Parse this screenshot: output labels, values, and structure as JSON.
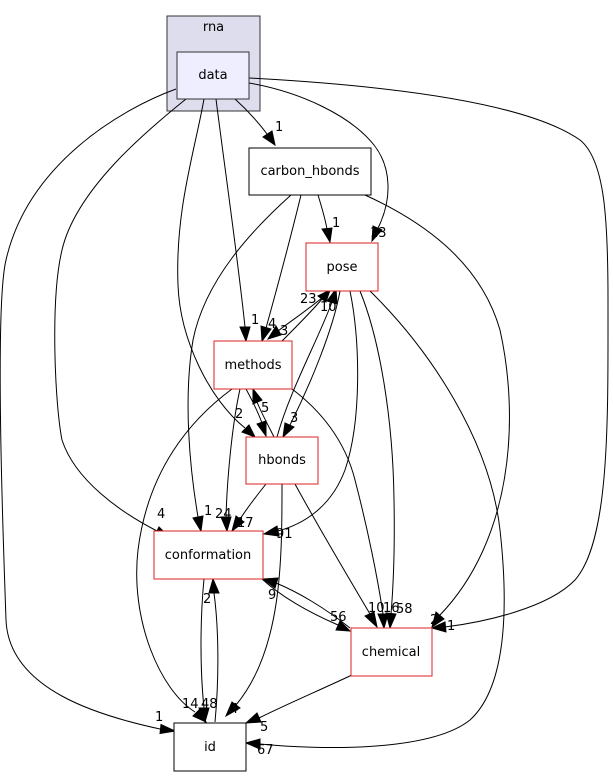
{
  "graph": {
    "cluster": {
      "label": "rna",
      "fill": "#ddddee",
      "stroke": "#333333"
    },
    "nodes": {
      "data": {
        "label": "data",
        "fill": "#eeeeff",
        "stroke": "#333333"
      },
      "carbon_hbonds": {
        "label": "carbon_hbonds",
        "fill": "#ffffff",
        "stroke": "#000000"
      },
      "pose": {
        "label": "pose",
        "fill": "#ffffff",
        "stroke": "#dd2222"
      },
      "methods": {
        "label": "methods",
        "fill": "#ffffff",
        "stroke": "#dd2222"
      },
      "hbonds": {
        "label": "hbonds",
        "fill": "#ffffff",
        "stroke": "#dd2222"
      },
      "conformation": {
        "label": "conformation",
        "fill": "#ffffff",
        "stroke": "#dd2222"
      },
      "chemical": {
        "label": "chemical",
        "fill": "#ffffff",
        "stroke": "#dd2222"
      },
      "id": {
        "label": "id",
        "fill": "#ffffff",
        "stroke": "#000000"
      }
    },
    "edges": {
      "data_id": "1",
      "data_conformation": "4",
      "data_hbonds": "",
      "data_methods": "1",
      "data_carbon_hbonds": "1",
      "data_pose": "13",
      "data_chemical": "1",
      "carbon_hbonds_pose": "1",
      "carbon_hbonds_methods": "4",
      "carbon_hbonds_conformation": "1",
      "carbon_hbonds_chemical": "2",
      "pose_methods": "3",
      "pose_hbonds": "3",
      "pose_conformation": "91",
      "pose_chemical": "58",
      "pose_id": "67",
      "methods_pose": "23",
      "methods_hbonds": "2",
      "methods_conformation": "24",
      "methods_chemical": "16",
      "methods_id": "14",
      "hbonds_pose": "10",
      "hbonds_methods": "5",
      "hbonds_conformation": "17",
      "hbonds_chemical": "10",
      "hbonds_id": "4",
      "conformation_chemical": "9",
      "conformation_id": "48",
      "chemical_conformation": "56",
      "chemical_id": "5",
      "id_conformation": "2"
    }
  }
}
